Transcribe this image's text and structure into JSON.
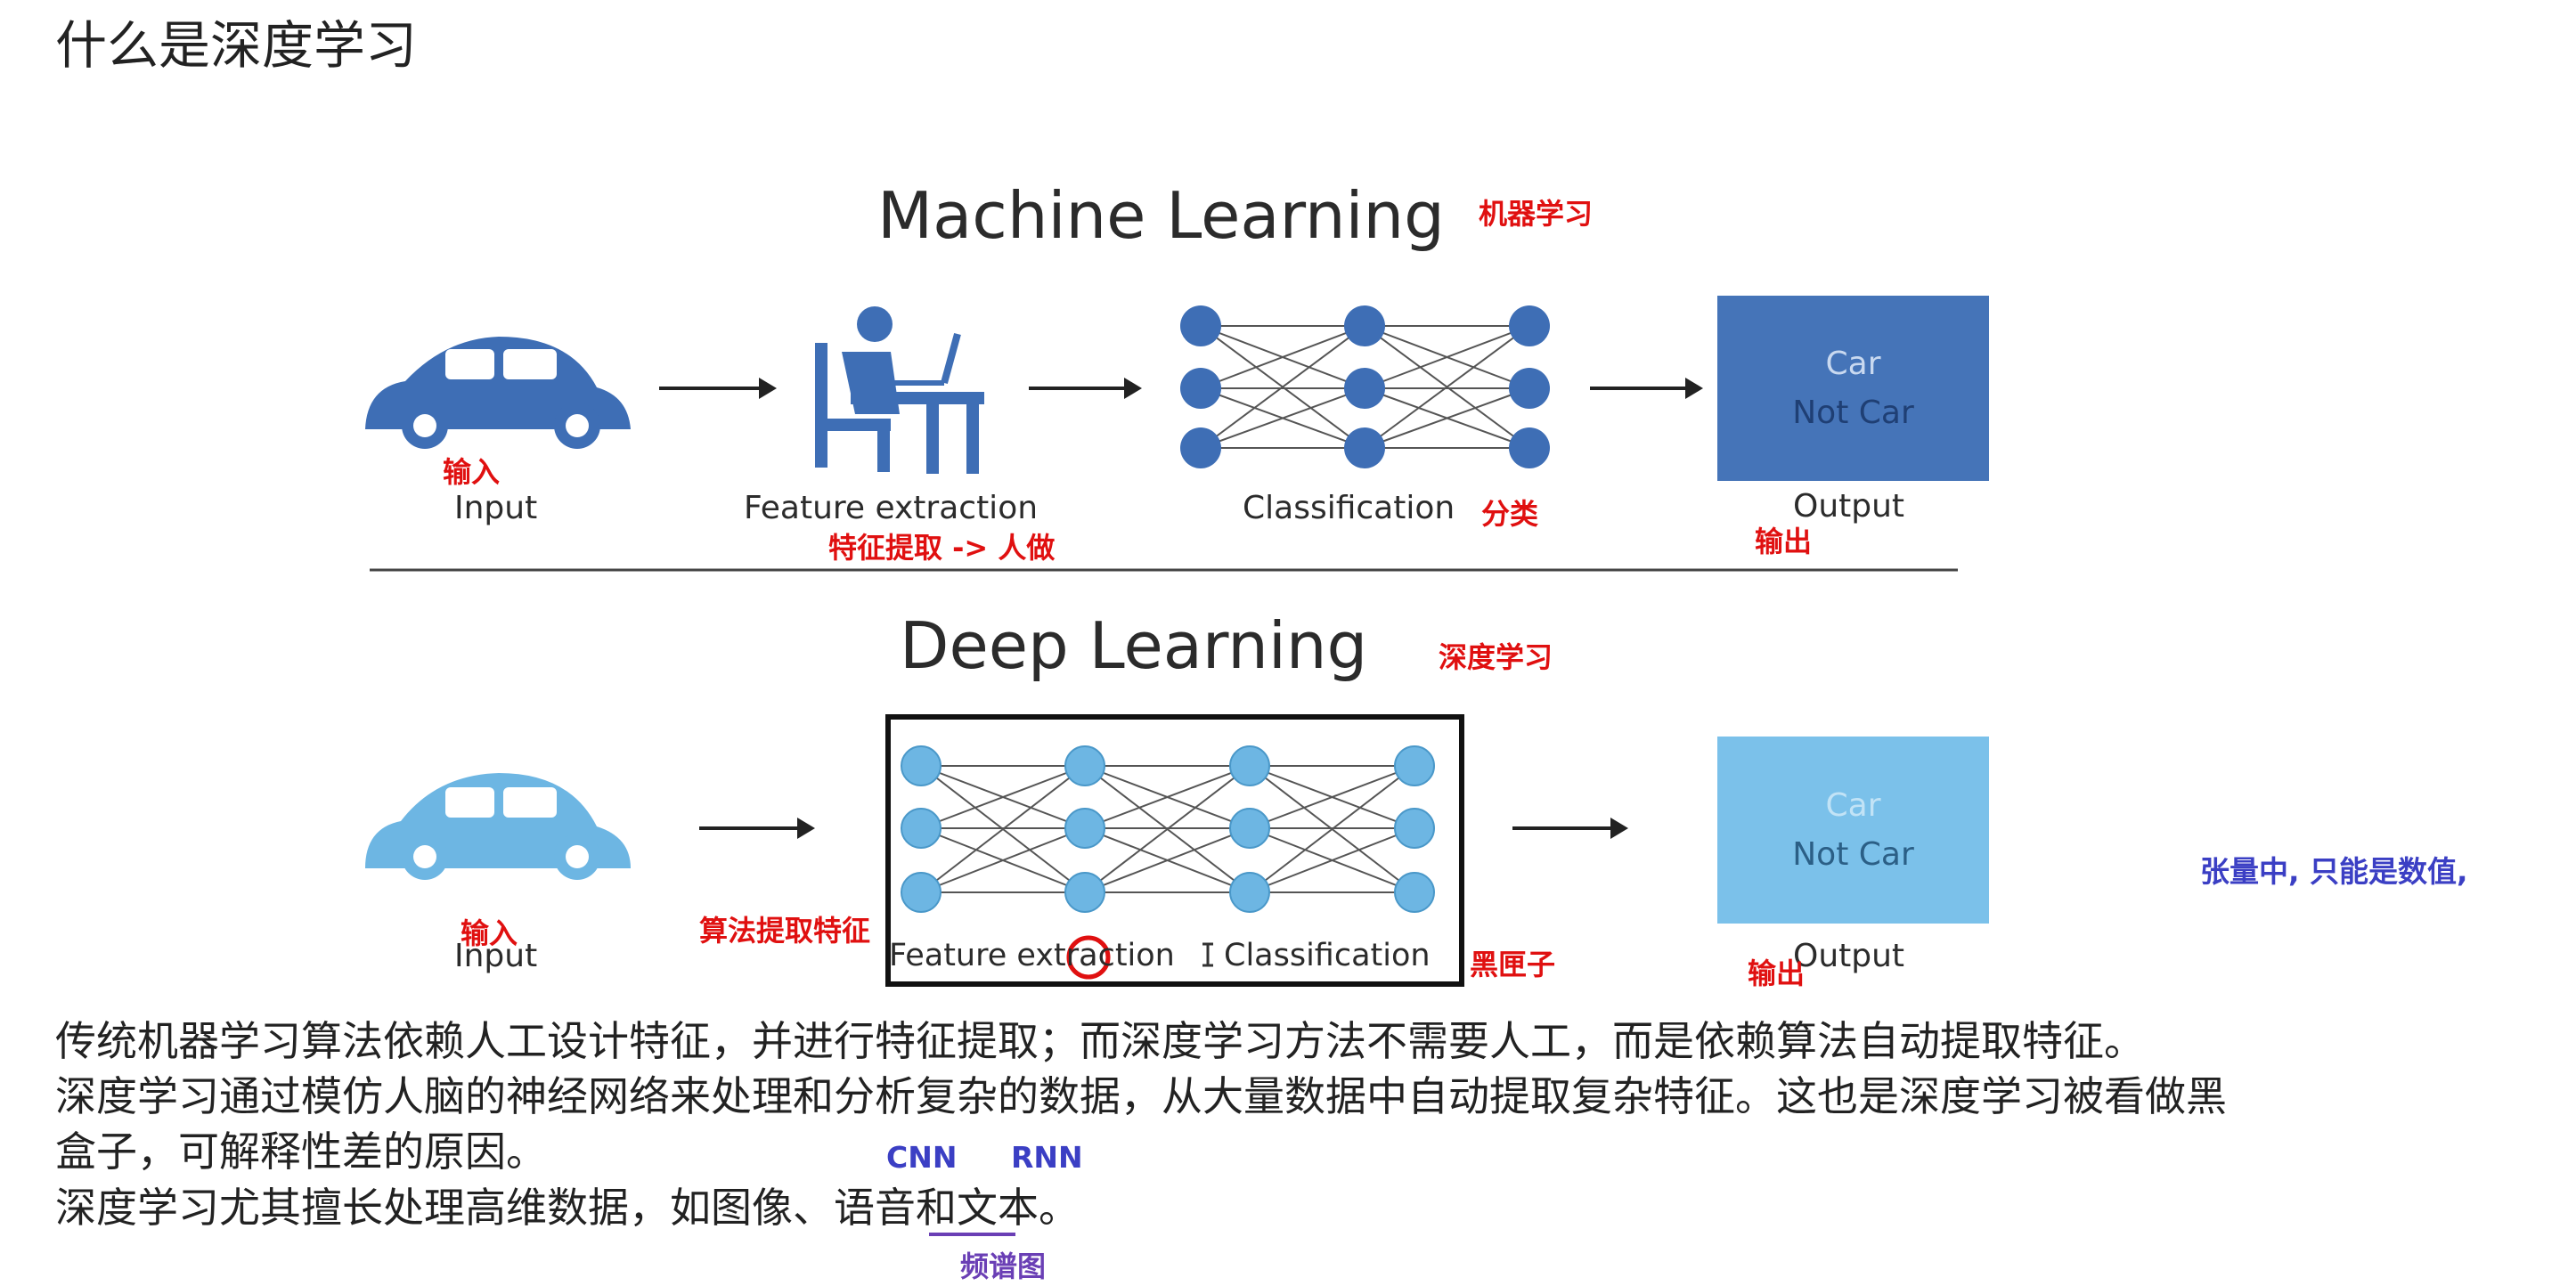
{
  "page_title": "什么是深度学习",
  "ml": {
    "title": "Machine Learning",
    "title_note": "机器学习",
    "input_label": "Input",
    "input_note": "输入",
    "feature_label": "Feature extraction",
    "feature_note": "特征提取 -> 人做",
    "class_label": "Classification",
    "class_note": "分类",
    "output_label": "Output",
    "output_note": "输出",
    "out_line1": "Car",
    "out_line2": "Not Car"
  },
  "dl": {
    "title": "Deep Learning",
    "title_note": "深度学习",
    "input_label": "Input",
    "input_note": "输入",
    "algo_note": "算法提取特征",
    "box_label_a": "Feature extraction",
    "box_label_b": "Classification",
    "box_note": "黑匣子",
    "output_label": "Output",
    "output_note": "输出",
    "out_line1": "Car",
    "out_line2": "Not Car"
  },
  "side_note": "张量中, 只能是数值,",
  "body": {
    "line1": "传统机器学习算法依赖人工设计特征，并进行特征提取；而深度学习方法不需要人工，而是依赖算法自动提取特征。",
    "line2": "深度学习通过模仿人脑的神经网络来处理和分析复杂的数据，从大量数据中自动提取复杂特征。这也是深度学习被看做黑",
    "line3": "盒子，可解释性差的原因。",
    "line4": "深度学习尤其擅长处理高维数据，如图像、语音和文本。"
  },
  "annotations": {
    "cnn": "CNN",
    "rnn": "RNN",
    "spectrogram": "频谱图"
  },
  "colors": {
    "ml_blue": "#3e6eb5",
    "dl_blue": "#6db6e3",
    "out_ml": "#4574b8",
    "out_dl": "#7bc1ea",
    "note_red": "#e01010",
    "note_blue": "#3b3fc4"
  }
}
